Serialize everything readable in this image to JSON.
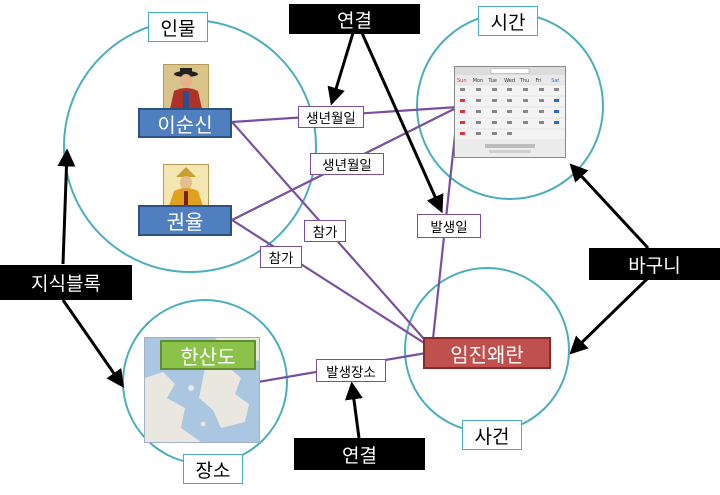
{
  "categories": {
    "person": "인물",
    "time": "시간",
    "place": "장소",
    "event": "사건"
  },
  "black_labels": {
    "connect_top": "연결",
    "connect_bottom": "연결",
    "knowledge_block": "지식블록",
    "basket": "바구니"
  },
  "entities": {
    "person1": "이순신",
    "person2": "권율",
    "place1": "한산도",
    "event1": "임진왜란"
  },
  "relations": {
    "birth1": "생년월일",
    "birth2": "생년월일",
    "participate1": "참가",
    "participate2": "참가",
    "occurrence_date": "발생일",
    "occurrence_place": "발생장소"
  },
  "calendar": {
    "weekdays": [
      "Sun",
      "Mon",
      "Tue",
      "Wed",
      "Thu",
      "Fri",
      "Sat"
    ]
  },
  "colors": {
    "circle": "#4aaebe",
    "relation_line": "#7a4fa0",
    "person_fill": "#4f7fbf",
    "place_fill": "#8bc34a",
    "event_fill": "#c0504d"
  }
}
